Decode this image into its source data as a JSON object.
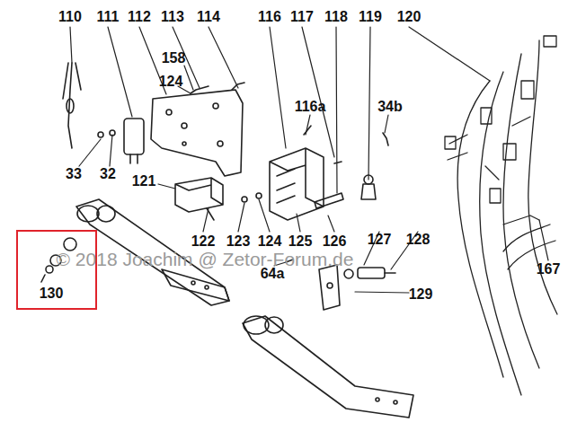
{
  "diagram": {
    "nodes": [
      {
        "text": [
          "130"
        ]
      }
    ],
    "labels": [
      "110",
      "111",
      "112",
      "113",
      "114",
      "116",
      "117",
      "118",
      "119",
      "120",
      "158",
      "124",
      "116a",
      "34b",
      "33",
      "32",
      "121",
      "122",
      "123",
      "124",
      "125",
      "126",
      "127",
      "128",
      "64a",
      "129",
      "167",
      "© 2018 Joachim @ Zetor-Forum.de"
    ]
  }
}
